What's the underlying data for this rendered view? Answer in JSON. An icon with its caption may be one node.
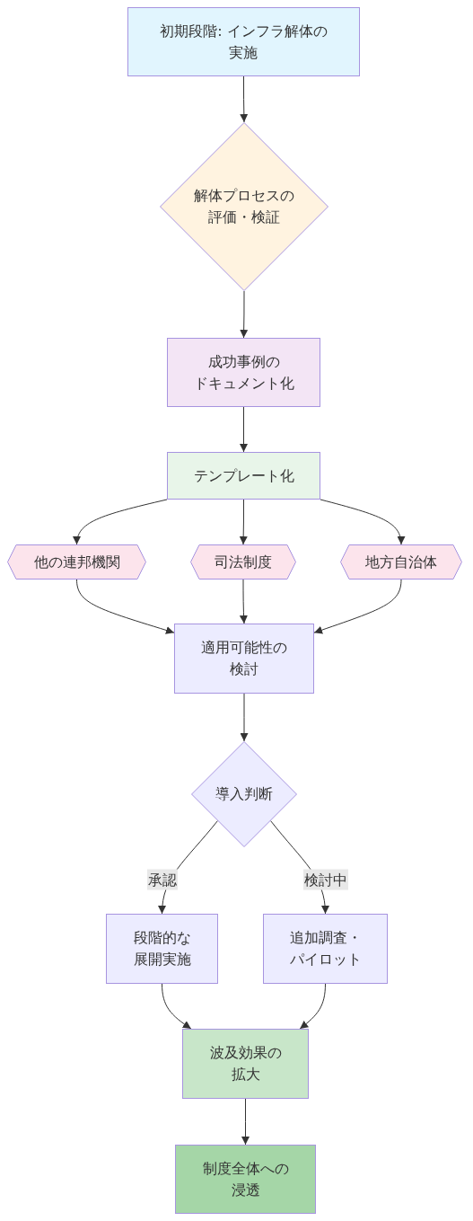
{
  "diagram": {
    "nodes": [
      {
        "text": [
          "初期段階: インフラ解体の実施"
        ]
      },
      {
        "text": [
          "解体プロセスの評価・検証"
        ]
      },
      {
        "text": [
          "成功事例のドキュメント化"
        ]
      },
      {
        "text": [
          "テンプレート化"
        ]
      },
      {
        "text": [
          "他の連邦機関"
        ]
      },
      {
        "text": [
          "司法制度"
        ]
      },
      {
        "text": [
          "地方自治体"
        ]
      },
      {
        "text": [
          "適用可能性の検討"
        ]
      },
      {
        "text": [
          "導入判断"
        ]
      },
      {
        "text": [
          "段階的な展開実施"
        ]
      },
      {
        "text": [
          "追加調査・パイロット"
        ]
      },
      {
        "text": [
          "波及効果の拡大"
        ]
      },
      {
        "text": [
          "制度全体への浸透"
        ]
      }
    ],
    "edges": [
      {
        "from": 0,
        "to": 1,
        "arrow": "to"
      },
      {
        "from": 1,
        "to": 2,
        "arrow": "to"
      },
      {
        "from": 2,
        "to": 3,
        "arrow": "to"
      },
      {
        "from": 3,
        "to": 4,
        "arrow": "to"
      },
      {
        "from": 3,
        "to": 5,
        "arrow": "to"
      },
      {
        "from": 3,
        "to": 6,
        "arrow": "to"
      },
      {
        "from": 4,
        "to": 7,
        "arrow": "to"
      },
      {
        "from": 5,
        "to": 7,
        "arrow": "to"
      },
      {
        "from": 6,
        "to": 7,
        "arrow": "to"
      },
      {
        "from": 7,
        "to": 8,
        "arrow": "to"
      },
      {
        "from": 8,
        "to": 9,
        "arrow": "to",
        "label": "承認"
      },
      {
        "from": 8,
        "to": 10,
        "arrow": "to",
        "label": "検討中"
      },
      {
        "from": 9,
        "to": 11,
        "arrow": "to"
      },
      {
        "from": 10,
        "to": 11,
        "arrow": "to"
      },
      {
        "from": 11,
        "to": 12,
        "arrow": "to"
      }
    ]
  }
}
